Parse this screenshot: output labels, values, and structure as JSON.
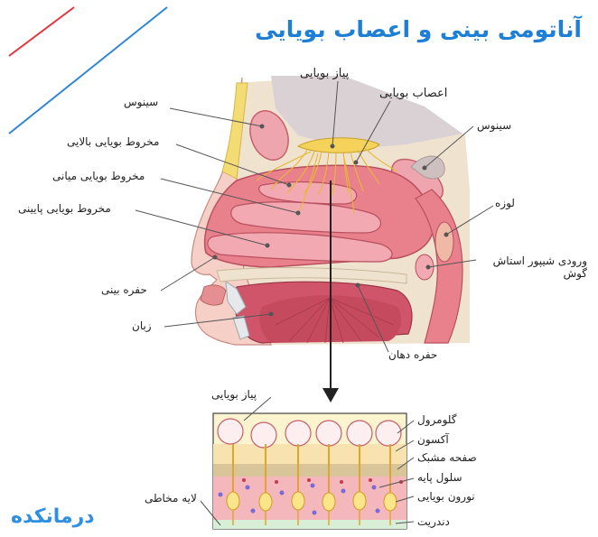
{
  "title": "آناتومی بینی و اعصاب بویایی",
  "upper_labels": {
    "olfactory_bulb": "پیاز بویایی",
    "olfactory_nerves": "اعصاب بویایی",
    "sinus_left": "سینوس",
    "sinus_right": "سینوس",
    "superior_concha": "مخروط بویایی بالایی",
    "middle_concha": "مخروط بویایی میانی",
    "inferior_concha": "مخروط بویایی پایینی",
    "tonsil": "لوزه",
    "eustachian": "ورودی شیپور استاش گوش",
    "nasal_cavity": "حفره بینی",
    "tongue": "زبان",
    "oral_cavity": "حفره دهان"
  },
  "lower_labels": {
    "olfactory_bulb": "پیاز بویایی",
    "glomerulus": "گلومرول",
    "axon": "آکسون",
    "cribriform_plate": "صفحه مشبک",
    "basal_cell": "سلول پایه",
    "olfactory_neuron": "نورون بویایی",
    "dendrite": "دندریت",
    "mucosal_layer": "لایه مخاطی"
  },
  "logo_text": "درمانکده",
  "colors": {
    "title": "#1e7fd6",
    "mucosa": "#e9818c",
    "nerve": "#e8b830",
    "bone": "#e8dcc4",
    "skin": "#f4c9c4"
  }
}
